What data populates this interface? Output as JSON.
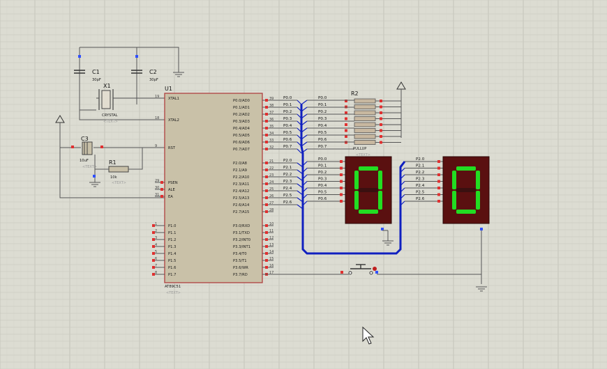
{
  "canvas": {
    "background": "#dcdcd2",
    "grid_color": "#c5c5bb",
    "wire_color": "#555555",
    "bus_color": "#1020c0",
    "chip_fill": "#c9c1a8",
    "chip_border": "#b04040",
    "segment_on": "#22dd22",
    "segment_off": "#3a1010",
    "display_body": "#5a1010"
  },
  "mcu": {
    "ref": "U1",
    "part": "AT89C51",
    "ghost": "<TEXT>",
    "left_pins": [
      {
        "name": "XTAL1",
        "no": "19"
      },
      {
        "name": "XTAL2",
        "no": "18"
      },
      {
        "name": "RST",
        "no": "9"
      },
      {
        "name": "PSEN",
        "no": "29"
      },
      {
        "name": "ALE",
        "no": "30"
      },
      {
        "name": "EA",
        "no": "31"
      },
      {
        "name": "P1.0",
        "no": "1"
      },
      {
        "name": "P1.1",
        "no": "2"
      },
      {
        "name": "P1.2",
        "no": "3"
      },
      {
        "name": "P1.3",
        "no": "4"
      },
      {
        "name": "P1.4",
        "no": "5"
      },
      {
        "name": "P1.5",
        "no": "6"
      },
      {
        "name": "P1.6",
        "no": "7"
      },
      {
        "name": "P1.7",
        "no": "8"
      }
    ],
    "port0": [
      {
        "name": "P0.0/AD0",
        "no": "39"
      },
      {
        "name": "P0.1/AD1",
        "no": "38"
      },
      {
        "name": "P0.2/AD2",
        "no": "37"
      },
      {
        "name": "P0.3/AD3",
        "no": "36"
      },
      {
        "name": "P0.4/AD4",
        "no": "35"
      },
      {
        "name": "P0.5/AD5",
        "no": "34"
      },
      {
        "name": "P0.6/AD6",
        "no": "33"
      },
      {
        "name": "P0.7/AD7",
        "no": "32"
      }
    ],
    "port2": [
      {
        "name": "P2.0/A8",
        "no": "21"
      },
      {
        "name": "P2.1/A9",
        "no": "22"
      },
      {
        "name": "P2.2/A10",
        "no": "23"
      },
      {
        "name": "P2.3/A11",
        "no": "24"
      },
      {
        "name": "P2.4/A12",
        "no": "25"
      },
      {
        "name": "P2.5/A13",
        "no": "26"
      },
      {
        "name": "P2.6/A14",
        "no": "27"
      },
      {
        "name": "P2.7/A15",
        "no": "28"
      }
    ],
    "port3": [
      {
        "name": "P3.0/RXD",
        "no": "10"
      },
      {
        "name": "P3.1/TXD",
        "no": "11"
      },
      {
        "name": "P3.2/INT0",
        "no": "12"
      },
      {
        "name": "P3.3/INT1",
        "no": "13"
      },
      {
        "name": "P3.4/T0",
        "no": "14"
      },
      {
        "name": "P3.5/T1",
        "no": "15"
      },
      {
        "name": "P3.6/WR",
        "no": "16"
      },
      {
        "name": "P3.7/RD",
        "no": "17"
      }
    ]
  },
  "components": {
    "c1": {
      "ref": "C1",
      "value": "30pF"
    },
    "c2": {
      "ref": "C2",
      "value": "30pF"
    },
    "x1": {
      "ref": "X1",
      "value": "CRYSTAL",
      "ghost": "<TEXT>"
    },
    "c3": {
      "ref": "C3",
      "value": "10uF",
      "ghost": "<TEXT>"
    },
    "r1": {
      "ref": "R1",
      "value": "10k",
      "ghost": "<TEXT>"
    },
    "r2": {
      "ref": "R2",
      "value": "PULLUP",
      "ghost": "<TEXT>"
    }
  },
  "nets": {
    "p0_out": [
      "P0.0",
      "P0.1",
      "P0.2",
      "P0.3",
      "P0.4",
      "P0.5",
      "P0.6",
      "P0.7"
    ],
    "p2_out": [
      "P2.0",
      "P2.1",
      "P2.2",
      "P2.3",
      "P2.4",
      "P2.5",
      "P2.6"
    ],
    "r2_in": [
      "P0.0",
      "P0.1",
      "P0.2",
      "P0.3",
      "P0.4",
      "P0.5",
      "P0.6",
      "P0.7"
    ],
    "disp1": [
      "P0.0",
      "P0.1",
      "P0.2",
      "P0.3",
      "P0.4",
      "P0.5",
      "P0.6"
    ],
    "disp2": [
      "P2.0",
      "P2.1",
      "P2.2",
      "P2.3",
      "P2.4",
      "P2.5",
      "P2.6"
    ]
  },
  "displays": [
    {
      "digit": "0",
      "value": 0
    },
    {
      "digit": "0",
      "value": 0
    }
  ]
}
